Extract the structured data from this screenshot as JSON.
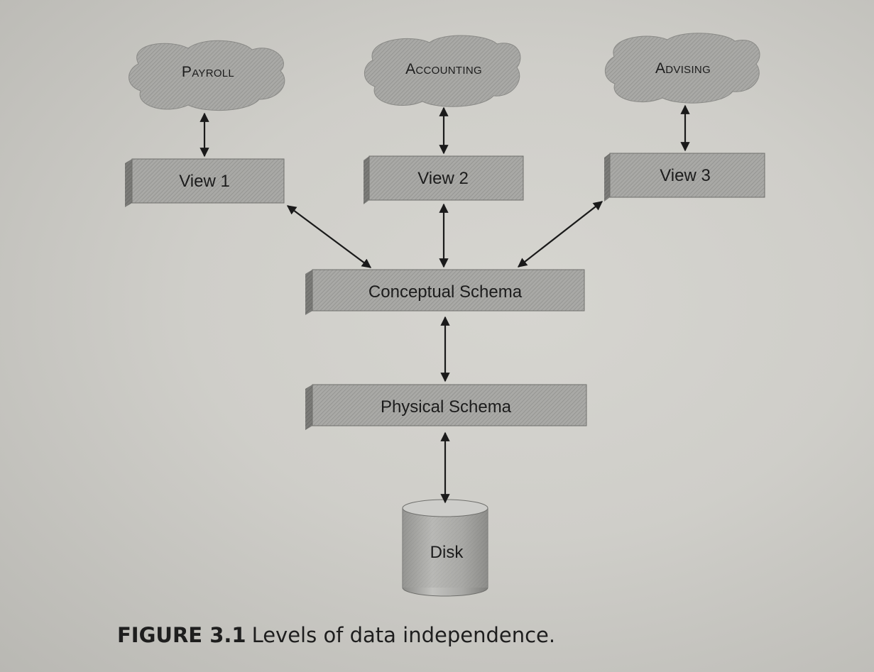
{
  "diagram": {
    "apps": [
      "Payroll",
      "Accounting",
      "Advising"
    ],
    "views": [
      "View 1",
      "View 2",
      "View 3"
    ],
    "conceptual": "Conceptual Schema",
    "physical": "Physical Schema",
    "disk": "Disk"
  },
  "caption": {
    "number": "FIGURE 3.1",
    "text": "Levels of data independence."
  },
  "colors": {
    "box_fill": "#a6a6a3",
    "box_side": "#6e6e6b",
    "arrow": "#1a1a1a",
    "background": "#d2d1cc"
  }
}
